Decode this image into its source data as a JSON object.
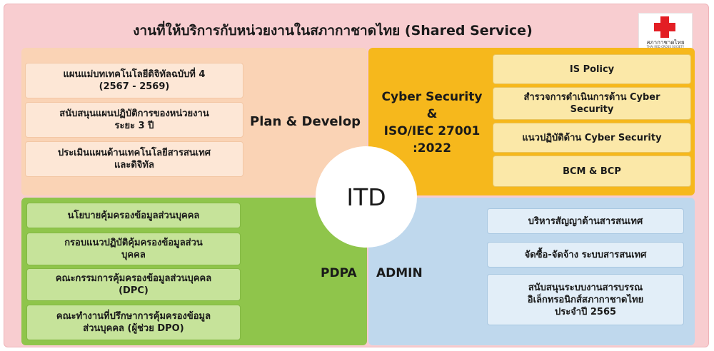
{
  "header": {
    "title": "งานที่ให้บริการกับหน่วยงานในสภากาชาดไทย (Shared Service)",
    "logo_text": "สภากาชาดไทย",
    "logo_subtext": "THAI RED CROSS SOCIETY"
  },
  "center": {
    "label": "ITD"
  },
  "plan": {
    "label": "Plan & Develop",
    "items": [
      "แผนแม่บทเทคโนโลยีดิจิทัลฉบับที่ 4\n(2567 - 2569)",
      "สนับสนุนแผนปฏิบัติการของหน่วยงาน\nระยะ 3 ปี",
      "ประเมินแผนด้านเทคโนโลยีสารสนเทศ\nและดิจิทัล"
    ]
  },
  "cyber": {
    "label_lines": [
      "Cyber Security",
      "&",
      "ISO/IEC 27001",
      ":2022"
    ],
    "items": [
      "IS Policy",
      "สำรวจการดำเนินการด้าน Cyber\nSecurity",
      "แนวปฏิบัติด้าน Cyber Security",
      "BCM & BCP"
    ]
  },
  "pdpa": {
    "label": "PDPA",
    "items": [
      "นโยบายคุ้มครองข้อมูลส่วนบุคคล",
      "กรอบแนวปฏิบัติคุ้มครองข้อมูลส่วน\nบุคคล",
      "คณะกรรมการคุ้มครองข้อมูลส่วนบุคคล\n(DPC)",
      "คณะทำงานที่ปรึกษาการคุ้มครองข้อมูล\nส่วนบุคคล (ผู้ช่วย DPO)"
    ]
  },
  "admin": {
    "label": "ADMIN",
    "items": [
      "บริหารสัญญาด้านสารสนเทศ",
      "จัดซื้อ-จัดจ้าง ระบบสารสนเทศ",
      "สนับสนุนระบบงานสารบรรณ\nอิเล็กทรอนิกส์สภากาชาดไทย\nประจำปี 2565"
    ]
  },
  "colors": {
    "background": "#f8cdd0",
    "plan": "#fad3b5",
    "cyber": "#f6b81c",
    "pdpa": "#8fc54b",
    "admin": "#bfd8ed",
    "logo_cross": "#e31e24"
  }
}
